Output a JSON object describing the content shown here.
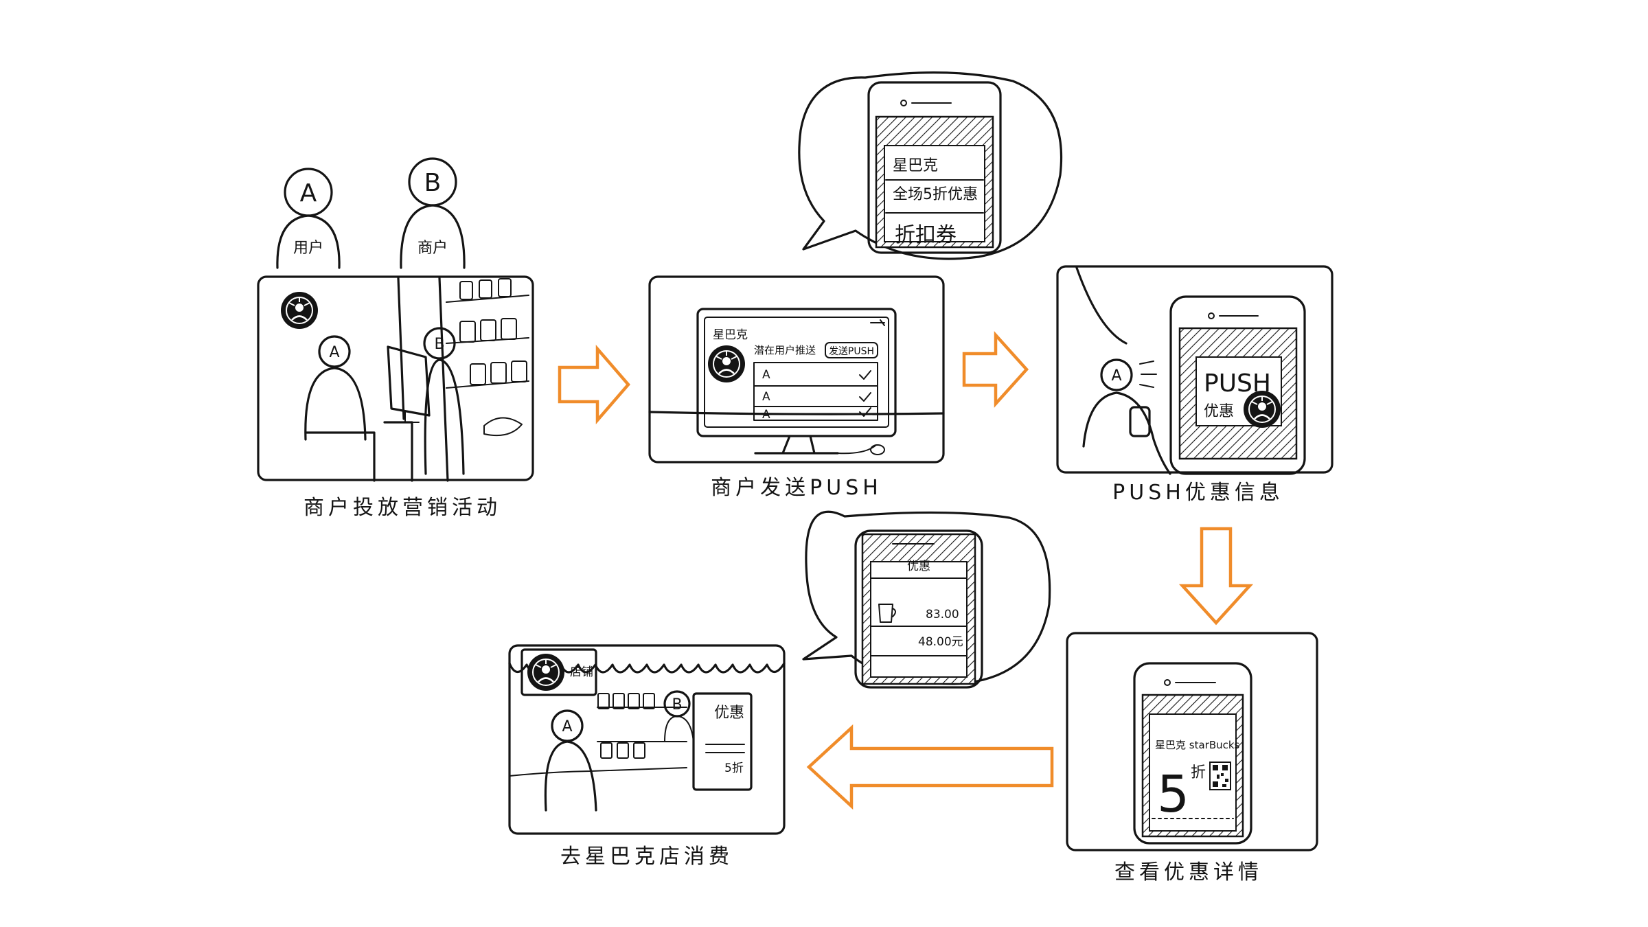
{
  "steps": [
    {
      "caption": "商户投放营销活动"
    },
    {
      "caption": "商户发送PUSH"
    },
    {
      "caption": "PUSH优惠信息"
    },
    {
      "caption": "查看优惠详情"
    },
    {
      "caption": "去星巴克店消费"
    }
  ],
  "persons": {
    "user": {
      "letter": "A",
      "label": "用户"
    },
    "merchant": {
      "letter": "B",
      "label": "商户"
    }
  },
  "bubble_top": {
    "brand": "星巴克",
    "offer": "全场5折优惠",
    "coupon": "折扣券"
  },
  "monitor": {
    "brand": "星巴克",
    "send_button": "发送PUSH",
    "list_header": "潜在用户推送"
  },
  "push_phone": {
    "title": "PUSH",
    "subtitle": "优惠"
  },
  "detail_phone": {
    "brand": "星巴克 starBucks",
    "discount_number": "5",
    "discount_unit": "折"
  },
  "bubble_bottom": {
    "header": "优惠",
    "price": "83.00",
    "discounted": "48.00元"
  },
  "store": {
    "sign": "店铺",
    "board_title": "优惠",
    "board_value": "5折"
  },
  "colors": {
    "arrow": "#f08c2a",
    "ink": "#141414",
    "background": "#ffffff"
  }
}
